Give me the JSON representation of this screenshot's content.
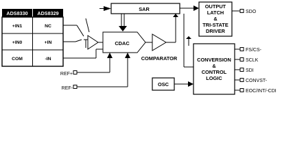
{
  "pin_table": {
    "headers": [
      "ADS8330",
      "ADS8329"
    ],
    "rows": [
      [
        "+IN1",
        "NC"
      ],
      [
        "+IN0",
        "+IN"
      ],
      [
        "COM",
        "-IN"
      ]
    ]
  },
  "blocks": {
    "sar": "SAR",
    "output_latch": [
      "OUTPUT",
      "LATCH",
      "&",
      "TRI-STATE",
      "DRIVER"
    ],
    "cdac": "CDAC",
    "comparator": "COMPARATOR",
    "conversion_logic": [
      "CONVERSION",
      "&",
      "CONTROL",
      "LOGIC"
    ],
    "osc": "OSC"
  },
  "ref_inputs": [
    "REF+",
    "REF-"
  ],
  "output_signal": "SDO",
  "control_signals": [
    "FS/CS-",
    "SCLK",
    "SDI",
    "CONVST-",
    "EOC/INT/-CDI"
  ]
}
